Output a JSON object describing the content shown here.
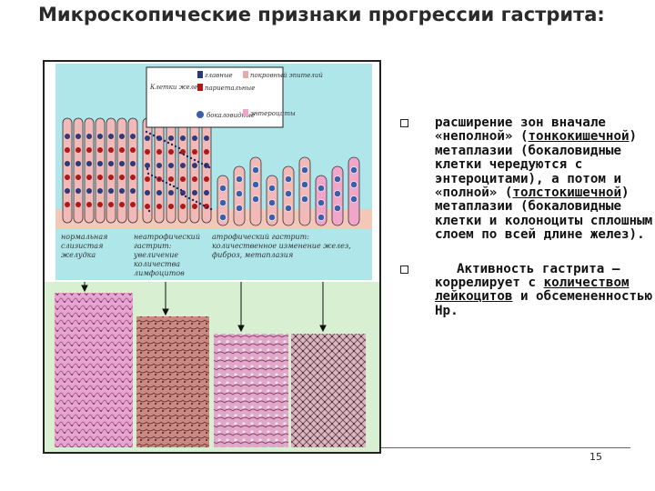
{
  "slide": {
    "title": "Микроскопические признаки прогрессии гастрита:",
    "page_number": "15"
  },
  "figure": {
    "legend": {
      "cell_types_label": "Клетки желез:",
      "items": [
        {
          "label": "главные",
          "color": "#2d3a7a"
        },
        {
          "label": "париетальные",
          "color": "#b01818"
        },
        {
          "label": "бокаловидные",
          "color": "#3b5fa8"
        },
        {
          "label": "покровный эпителий",
          "color": "#e7a9a9"
        },
        {
          "label": "энтероциты",
          "color": "#f0a6c9"
        }
      ]
    },
    "captions": [
      "нормальная слизистая желудка",
      "неатрофический гастрит: увеличение количества лимфоцитов",
      "атрофический гастрит: количественное изменение желез, фиброз, метаплазия"
    ]
  },
  "bullets": [
    {
      "parts": [
        "расширение зон вначале «неполной» (",
        "тонкокишечной",
        ") метаплазии (бокаловидные клетки чередуются с энтероцитами), а потом и «полной» (",
        "толстокишечной",
        ") метаплазии (бокаловидные клетки и колоноциты сплошным слоем по всей длине желез)."
      ]
    },
    {
      "parts": [
        "Активность гастрита – коррелирует с ",
        "количеством лейкоцитов",
        " и обсемененностью Нр."
      ]
    }
  ]
}
